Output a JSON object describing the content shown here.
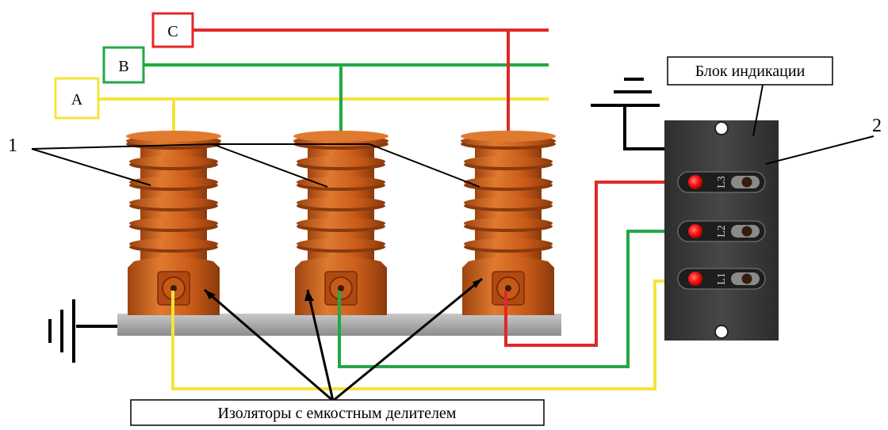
{
  "phases": {
    "a": {
      "label": "A",
      "color": "#f5e43a"
    },
    "b": {
      "label": "B",
      "color": "#22a845"
    },
    "c": {
      "label": "C",
      "color": "#e0282a"
    }
  },
  "callouts": {
    "insulators_number": "1",
    "indicator_number": "2"
  },
  "labels": {
    "indicator_block": "Блок индикации",
    "insulators_caption": "Изоляторы с емкостным делителем"
  },
  "indicator": {
    "rows": [
      {
        "mark": "L3",
        "wire_color": "#e0282a"
      },
      {
        "mark": "L2",
        "wire_color": "#22a845"
      },
      {
        "mark": "L1",
        "wire_color": "#f5e43a"
      }
    ]
  },
  "colors": {
    "insulator_body": "#c85a18",
    "insulator_dark": "#9e4410",
    "insulator_light": "#e07a30",
    "base_rail": "#a8a8a8",
    "panel": "#3a3a3a",
    "led": "#ff1a1a",
    "ground": "#000000"
  }
}
